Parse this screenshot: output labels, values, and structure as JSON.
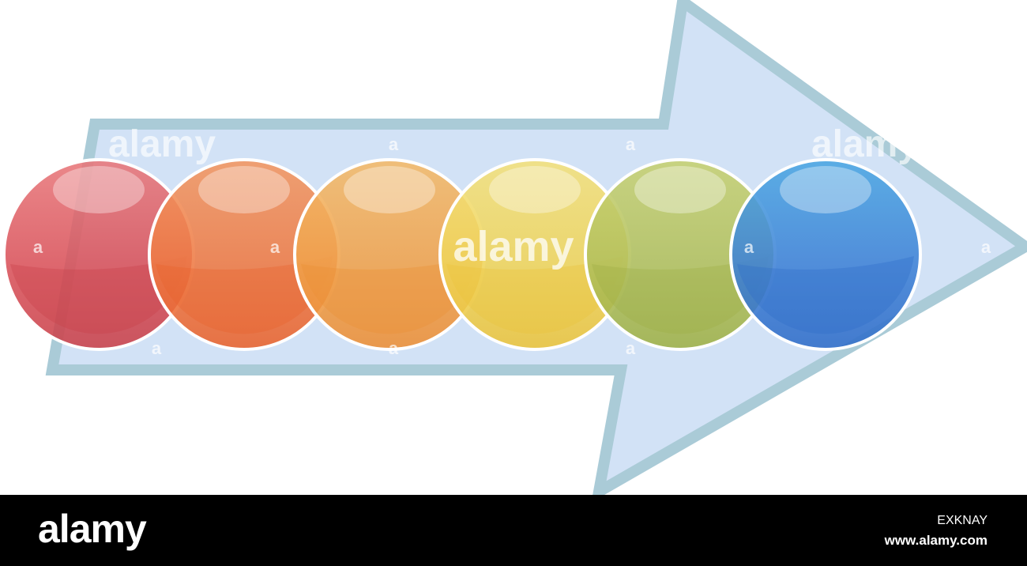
{
  "diagram": {
    "arrow": {
      "fill": "#d2e2f6",
      "stroke": "#aacbd7"
    },
    "circles": [
      {
        "name": "red",
        "base": "#d9525a",
        "light": "#e8777a",
        "dark": "#c94049"
      },
      {
        "name": "orange",
        "base": "#ee7a44",
        "light": "#f29660",
        "dark": "#e9622c"
      },
      {
        "name": "amber",
        "base": "#f0a24c",
        "light": "#f3b968",
        "dark": "#ec8e35"
      },
      {
        "name": "yellow",
        "base": "#efd45a",
        "light": "#f3e07a",
        "dark": "#ebc33a"
      },
      {
        "name": "green",
        "base": "#b2c05c",
        "light": "#c6d070",
        "dark": "#9eb045"
      },
      {
        "name": "blue",
        "base": "#3f82d6",
        "light": "#4aa6e2",
        "dark": "#2f6cc8"
      }
    ]
  },
  "watermark": {
    "center_text": "alamy",
    "top_left_text": "alamy",
    "top_right_text": "alamy",
    "small_mark": "a"
  },
  "footer": {
    "logo": "alamy",
    "image_id": "EXKNAY",
    "url": "www.alamy.com"
  }
}
